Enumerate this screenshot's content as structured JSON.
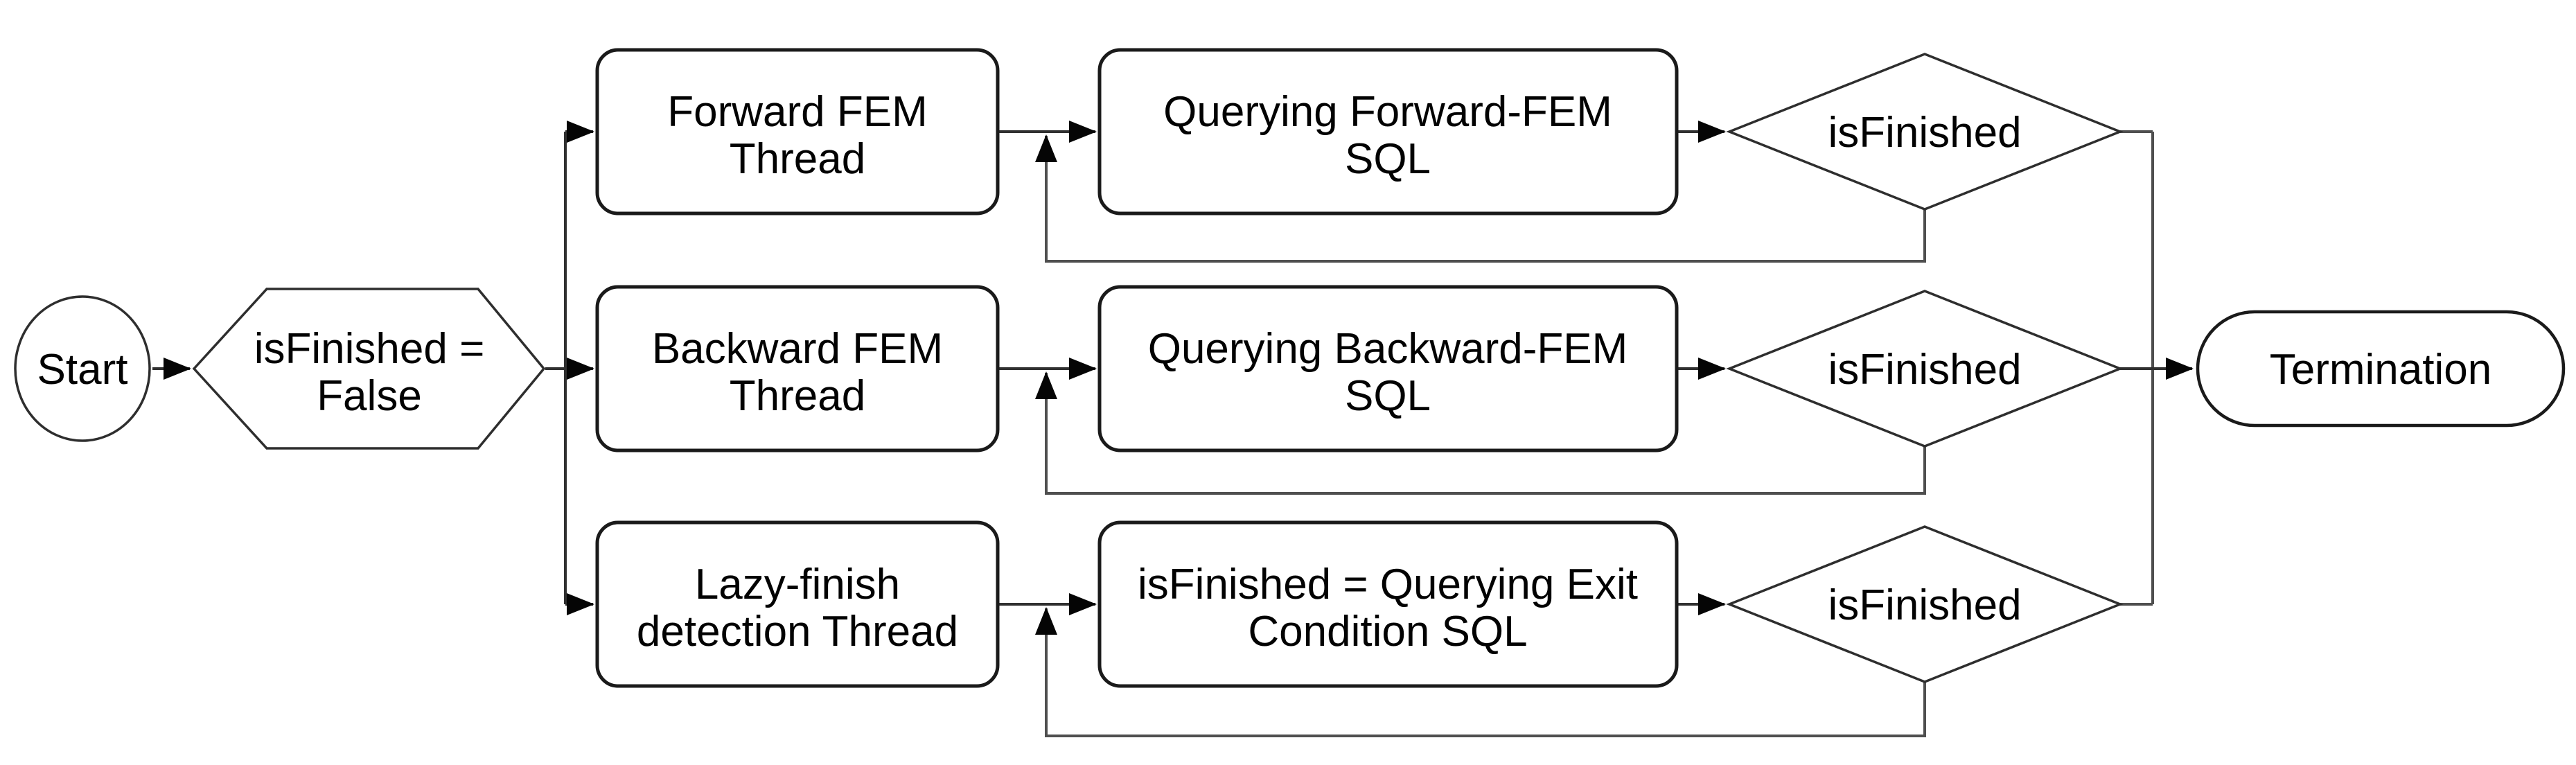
{
  "diagram": {
    "type": "flowchart",
    "background": "#ffffff",
    "colors": {
      "shape_stroke": "#1a1a1a",
      "connector": "#303030",
      "loop_line": "#4f4f4f",
      "arrowhead": "#050505",
      "text": "#020202",
      "shape_fill": "#ffffff"
    },
    "nodes": {
      "start": {
        "type": "start-ellipse",
        "label": "Start"
      },
      "init_flag": {
        "type": "preparation-hexagon",
        "line1": "isFinished =",
        "line2": "False"
      },
      "forward_thread": {
        "type": "process",
        "line1": "Forward FEM",
        "line2": "Thread"
      },
      "backward_thread": {
        "type": "process",
        "line1": "Backward FEM",
        "line2": "Thread"
      },
      "lazy_thread": {
        "type": "process",
        "line1": "Lazy-finish",
        "line2": "detection Thread"
      },
      "forward_sql": {
        "type": "process",
        "line1": "Querying Forward-FEM",
        "line2": "SQL"
      },
      "backward_sql": {
        "type": "process",
        "line1": "Querying Backward-FEM",
        "line2": "SQL"
      },
      "exit_sql": {
        "type": "process",
        "line1": "isFinished = Querying Exit",
        "line2": "Condition SQL"
      },
      "forward_decision": {
        "type": "decision-diamond",
        "label": "isFinished"
      },
      "backward_decision": {
        "type": "decision-diamond",
        "label": "isFinished"
      },
      "lazy_decision": {
        "type": "decision-diamond",
        "label": "isFinished"
      },
      "termination": {
        "type": "terminator",
        "label": "Termination"
      }
    },
    "edges": [
      {
        "from": "start",
        "to": "init_flag"
      },
      {
        "from": "init_flag",
        "to": "forward_thread"
      },
      {
        "from": "init_flag",
        "to": "backward_thread"
      },
      {
        "from": "init_flag",
        "to": "lazy_thread"
      },
      {
        "from": "forward_thread",
        "to": "forward_sql"
      },
      {
        "from": "backward_thread",
        "to": "backward_sql"
      },
      {
        "from": "lazy_thread",
        "to": "exit_sql"
      },
      {
        "from": "forward_sql",
        "to": "forward_decision"
      },
      {
        "from": "backward_sql",
        "to": "backward_decision"
      },
      {
        "from": "exit_sql",
        "to": "lazy_decision"
      },
      {
        "from": "forward_decision",
        "to": "forward_sql",
        "type": "loop-back"
      },
      {
        "from": "backward_decision",
        "to": "backward_sql",
        "type": "loop-back"
      },
      {
        "from": "lazy_decision",
        "to": "exit_sql",
        "type": "loop-back"
      },
      {
        "from": "forward_decision",
        "to": "termination"
      },
      {
        "from": "backward_decision",
        "to": "termination"
      },
      {
        "from": "lazy_decision",
        "to": "termination"
      }
    ]
  }
}
